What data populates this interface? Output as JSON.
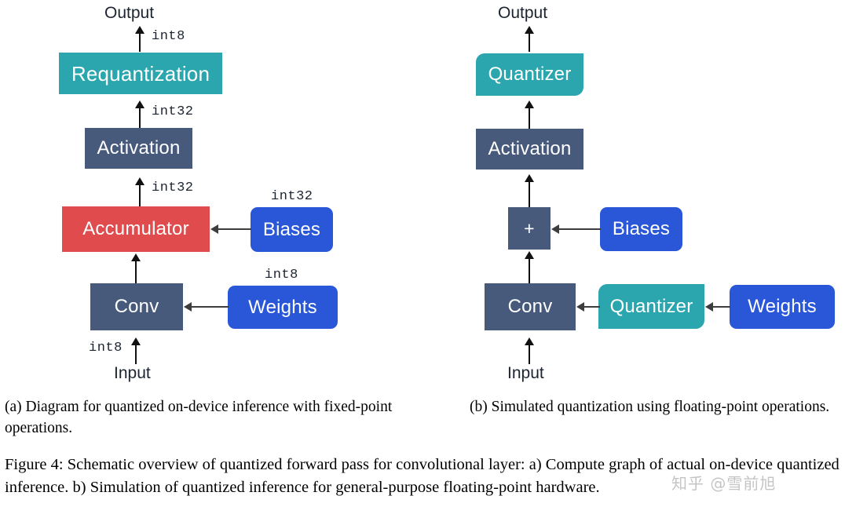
{
  "figure": {
    "diagram_a": {
      "id": "a",
      "io": {
        "output": "Output",
        "input": "Input"
      },
      "nodes": {
        "requantization": "Requantization",
        "activation": "Activation",
        "accumulator": "Accumulator",
        "conv": "Conv",
        "biases": "Biases",
        "weights": "Weights"
      },
      "edge_labels": {
        "out_of_requantization": "int8",
        "into_requantization": "int32",
        "into_activation": "int32",
        "biases_dtype": "int32",
        "weights_dtype": "int8",
        "input_dtype": "int8"
      },
      "colors": {
        "requantization": "#2ba6ae",
        "activation": "#475a7c",
        "accumulator": "#e04b4d",
        "conv": "#475a7c",
        "biases": "#2a57d8",
        "weights": "#2a57d8",
        "arrow": "#111111"
      }
    },
    "diagram_b": {
      "id": "b",
      "io": {
        "output": "Output",
        "input": "Input"
      },
      "nodes": {
        "quantizer_top": "Quantizer",
        "activation": "Activation",
        "adder": "+",
        "conv": "Conv",
        "biases": "Biases",
        "quantizer_weights": "Quantizer",
        "weights": "Weights"
      },
      "colors": {
        "quantizer": "#2ba6ae",
        "activation": "#475a7c",
        "adder": "#475a7c",
        "conv": "#475a7c",
        "biases": "#2a57d8",
        "weights": "#2a57d8",
        "arrow": "#111111"
      }
    },
    "subcaption_a": "(a) Diagram for quantized on-device inference with fixed-point operations.",
    "subcaption_b": "(b) Simulated quantization using floating-point operations.",
    "caption": "Figure 4: Schematic overview of quantized forward pass for convolutional layer: a) Compute graph of actual on-device quantized inference. b) Simulation of quantized inference for general-purpose floating-point hardware.",
    "watermark": "知乎 @雪前旭"
  }
}
